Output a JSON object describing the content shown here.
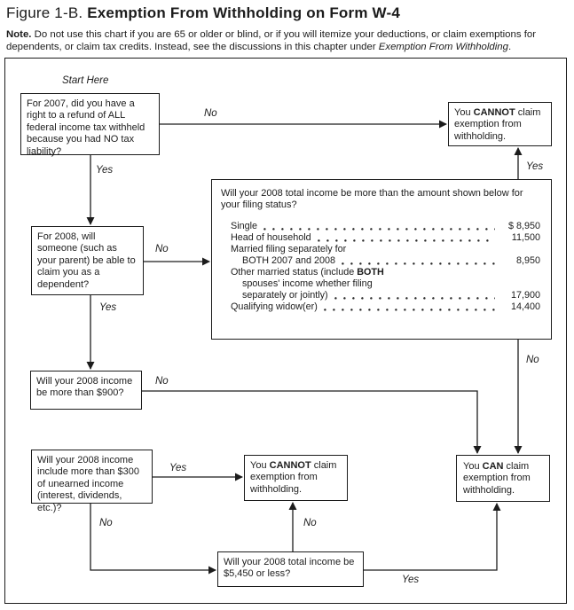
{
  "title": {
    "prefix": "Figure 1-B.",
    "main": "Exemption From Withholding on Form W-4"
  },
  "note": {
    "label": "Note.",
    "body": " Do not use this chart if you are 65 or older or blind, or if you will itemize your deductions, or claim exemptions for dependents, or claim tax credits. Instead, see the discussions in this chapter under ",
    "italic": "Exemption From Withholding",
    "end": "."
  },
  "flowchart": {
    "start_label": "Start Here",
    "boxes": {
      "q1": {
        "text": "For 2007, did you have a right to a refund of ALL federal income tax withheld because you had NO tax liability?"
      },
      "q2": {
        "text": "For 2008, will someone (such as your parent) be able to claim you as a dependent?"
      },
      "q3": {
        "text": "Will your 2008 income be more than $900?"
      },
      "q4": {
        "text": "Will your 2008 income include more than $300 of unearned income (interest, dividends, etc.)?"
      },
      "q5": {
        "text": "Will your 2008 total income be $5,450 or less?"
      },
      "income_table": {
        "question": "Will your 2008 total income be more than the amount shown below for your filing status?",
        "rows": [
          {
            "label": "Single",
            "amount": "$ 8,950"
          },
          {
            "label": "Head of household",
            "amount": "11,500"
          },
          {
            "label": "Married filing separately for",
            "amount": ""
          },
          {
            "label": "BOTH 2007 and 2008",
            "amount": "8,950"
          },
          {
            "label": "Other married status (include ",
            "label_bold": "BOTH",
            "amount": ""
          },
          {
            "label": "spouses' income whether filing",
            "amount": ""
          },
          {
            "label": "separately or jointly)",
            "amount": "17,900"
          },
          {
            "label": "Qualifying widow(er)",
            "amount": "14,400"
          }
        ]
      },
      "cannot_top": {
        "pre": "You ",
        "emph": "CANNOT",
        "post": " claim exemption from withholding."
      },
      "cannot_mid": {
        "pre": "You ",
        "emph": "CANNOT",
        "post": " claim exemption from withholding."
      },
      "can": {
        "pre": "You ",
        "emph": "CAN",
        "post": " claim exemption from withholding."
      }
    },
    "labels": {
      "no1": "No",
      "yes1": "Yes",
      "no2": "No",
      "yes2": "Yes",
      "yes_big": "Yes",
      "no_big": "No",
      "no3": "No",
      "yes4": "Yes",
      "no4": "No",
      "no5": "No",
      "yes5": "Yes"
    }
  },
  "colors": {
    "ink": "#1c1c1c",
    "background": "#ffffff"
  }
}
